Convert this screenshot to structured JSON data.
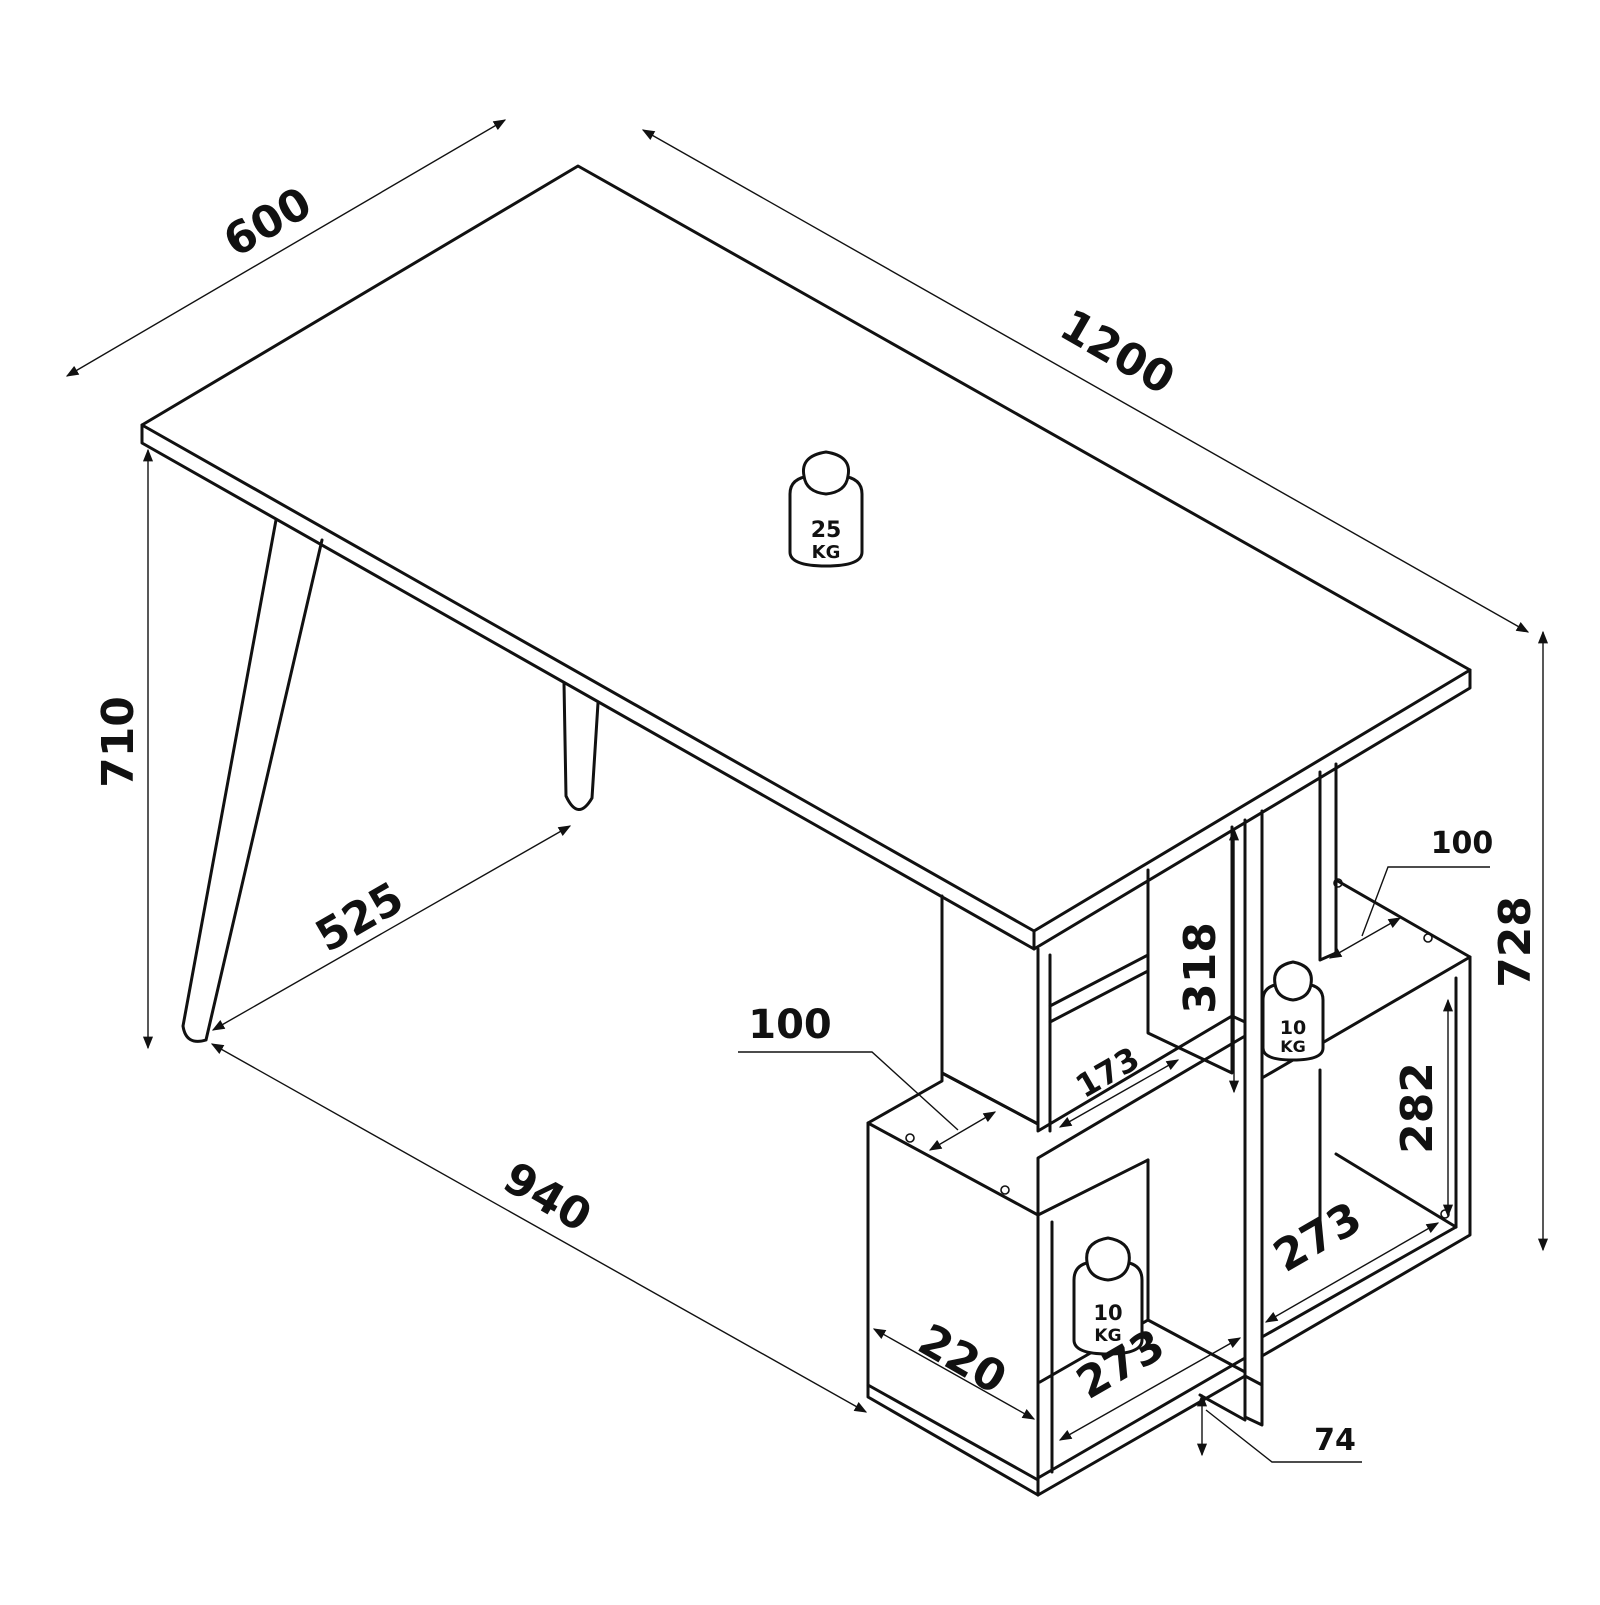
{
  "colors": {
    "line": "#111111",
    "background": "#ffffff"
  },
  "dimensions": {
    "depth": "600",
    "width": "1200",
    "height_desk": "710",
    "height_total": "728",
    "leg_span_depth": "525",
    "leg_span_width": "940",
    "shelf_offset_left": "100",
    "shelf_offset_right": "100",
    "shelf_width": "173",
    "upper_height": "318",
    "lower_height": "282",
    "lower_depth": "220",
    "lower_width_a": "273",
    "lower_width_b": "273",
    "plinth": "74"
  },
  "weights": {
    "top": {
      "value": "25",
      "unit": "KG"
    },
    "upper_shelf": {
      "value": "10",
      "unit": "KG"
    },
    "lower_shelf": {
      "value": "10",
      "unit": "KG"
    }
  }
}
